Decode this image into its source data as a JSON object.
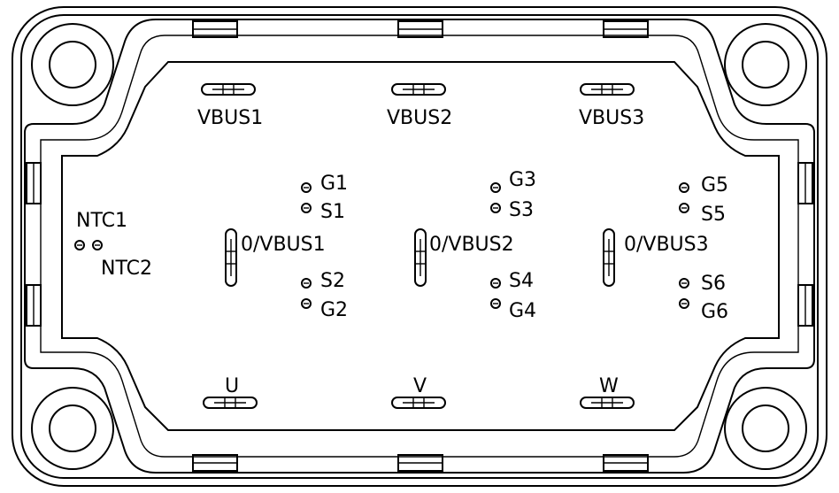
{
  "terminals": {
    "vbus1": "VBUS1",
    "vbus2": "VBUS2",
    "vbus3": "VBUS3",
    "ovbus1": "0/VBUS1",
    "ovbus2": "0/VBUS2",
    "ovbus3": "0/VBUS3",
    "u": "U",
    "v": "V",
    "w": "W"
  },
  "pins": {
    "g1": "G1",
    "s1": "S1",
    "s2": "S2",
    "g2": "G2",
    "g3": "G3",
    "s3": "S3",
    "s4": "S4",
    "g4": "G4",
    "g5": "G5",
    "s5": "S5",
    "s6": "S6",
    "g6": "G6",
    "ntc1": "NTC1",
    "ntc2": "NTC2"
  }
}
